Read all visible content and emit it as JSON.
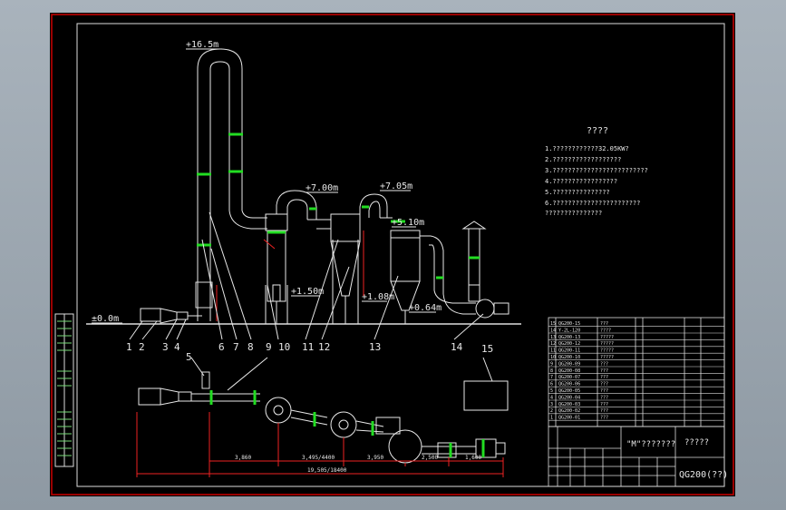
{
  "elevations": {
    "e165": "+16.5m",
    "e700": "+7.00m",
    "e705": "+7.05m",
    "e510": "+5.10m",
    "e150": "+1.50m",
    "e108": "+1.08m",
    "e064": "+0.64m",
    "e000": "±0.0m"
  },
  "callouts": [
    "1",
    "2",
    "3",
    "4",
    "6",
    "7",
    "8",
    "9",
    "10",
    "11",
    "12",
    "13",
    "14",
    "5",
    "15"
  ],
  "notes": {
    "title": "????",
    "lines": [
      "1.????????????32.05KW?",
      "2.??????????????????",
      "3.?????????????????????????",
      "4.?????????????????",
      "5.???????????????",
      "6.???????????????????????",
      "  ???????????????"
    ]
  },
  "dimensions": {
    "d1": "3,860",
    "d2": "3,495/4400",
    "d3": "3,950",
    "d4": "2,500",
    "d5": "1,600",
    "total": "19,505/18400"
  },
  "bom": {
    "rows": [
      [
        "15",
        "QG200-15",
        "???"
      ],
      [
        "14",
        "Y-2L-120",
        "????"
      ],
      [
        "13",
        "QG200-13",
        "?????"
      ],
      [
        "12",
        "QG200-12",
        "?????"
      ],
      [
        "11",
        "QG200-11",
        "?????"
      ],
      [
        "10",
        "QG200-10",
        "?????"
      ],
      [
        "9",
        "QG200-09",
        "???"
      ],
      [
        "8",
        "QG200-08",
        "???"
      ],
      [
        "7",
        "QG200-07",
        "???"
      ],
      [
        "6",
        "QG200-06",
        "???"
      ],
      [
        "5",
        "QG200-05",
        "???"
      ],
      [
        "4",
        "QG200-04",
        "???"
      ],
      [
        "3",
        "QG200-03",
        "???"
      ],
      [
        "2",
        "QG200-02",
        "???"
      ],
      [
        "1",
        "QG200-01",
        "???"
      ]
    ]
  },
  "title_block": {
    "drawing_type": "\"M\"???????",
    "name": "?????",
    "code": "QG200(??)"
  }
}
